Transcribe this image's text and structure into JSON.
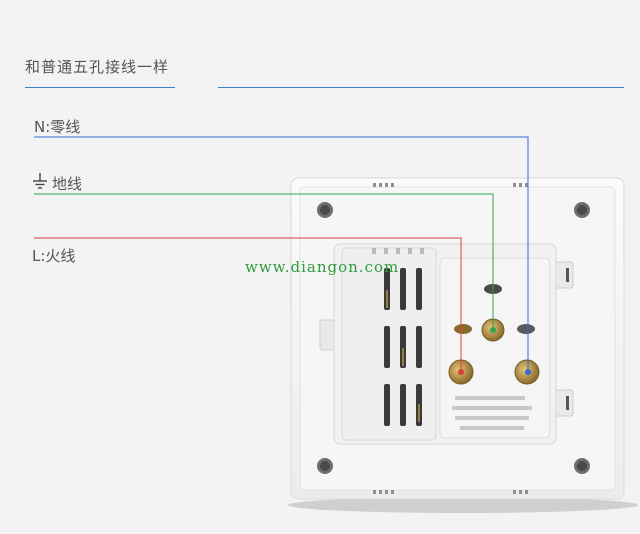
{
  "heading": "和普通五孔接线一样",
  "labels": {
    "neutral": "N:零线",
    "earth": "地线",
    "live": "L:火线"
  },
  "watermark": "www.diangon.com",
  "icons": {
    "earth_symbol": "earth-ground-icon"
  },
  "colors": {
    "neutral": "#2f6fd6",
    "earth": "#2fa84a",
    "live": "#d9403a",
    "rule": "#3a7fd5",
    "watermark": "#2e9b3c"
  }
}
